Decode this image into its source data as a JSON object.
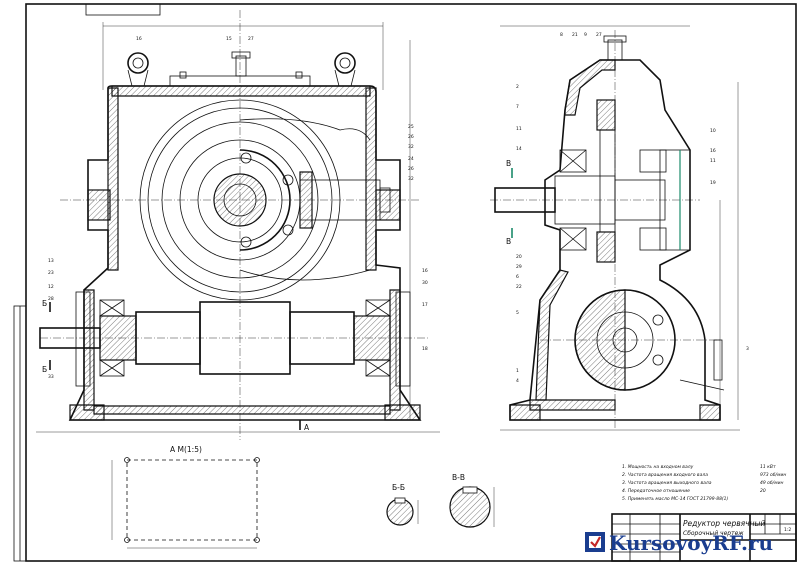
{
  "drawing": {
    "front_view": {
      "callouts_top": [
        "16",
        "15",
        "27"
      ],
      "callouts_right": [
        "25",
        "26",
        "32",
        "24",
        "26",
        "32",
        "16",
        "30",
        "17",
        "18"
      ],
      "callouts_left": [
        "13",
        "23",
        "12",
        "28",
        "33"
      ],
      "section_mark": "Б",
      "view_arrow": "А"
    },
    "side_view": {
      "callouts_top": [
        "8",
        "21",
        "9",
        "27"
      ],
      "callouts_left": [
        "2",
        "7",
        "11",
        "14",
        "20",
        "29",
        "6",
        "22",
        "5",
        "1",
        "4"
      ],
      "callouts_right": [
        "10",
        "16",
        "11",
        "19",
        "3"
      ],
      "section_mark": "В"
    },
    "view_a": {
      "title": "А М(1:5)"
    },
    "section_bb": {
      "title": "Б-Б"
    },
    "section_vv": {
      "title": "В-В"
    }
  },
  "specs": {
    "lines": [
      "1. Мощность на входном валу",
      "2. Частота вращения входного вала",
      "3. Частота вращения выходного вала",
      "4. Передаточное отношение",
      "5. Применять масло МС-14 ГОСТ 21799-88(1)"
    ],
    "values": [
      "11 кВт",
      "973 об/мин",
      "49 об/мин",
      "20"
    ]
  },
  "title_block": {
    "name_line1": "Редуктор червячный",
    "name_line2": "Сборочный чертеж",
    "sheet": "1:2"
  },
  "watermark": {
    "text": "KursovoyRF.ru",
    "color": "#1a3d8f"
  }
}
